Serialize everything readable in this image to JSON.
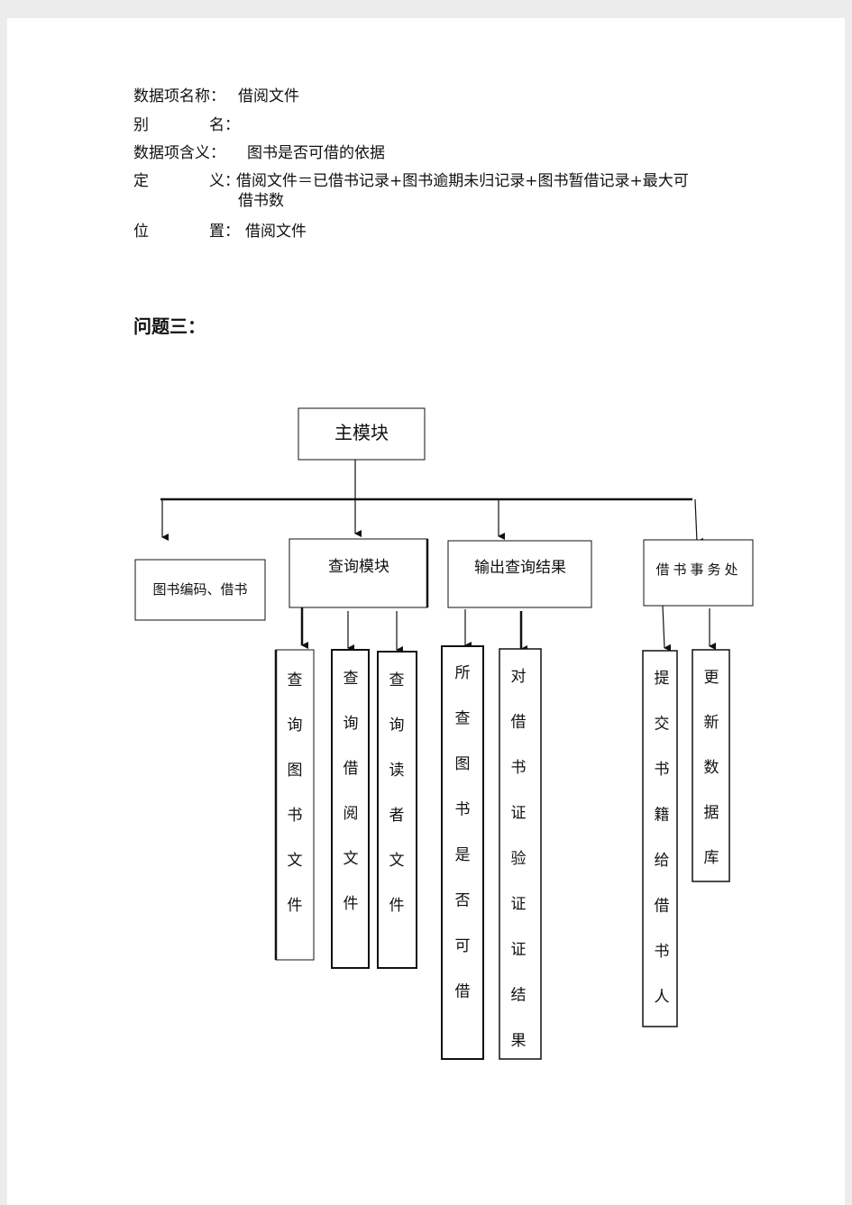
{
  "dictionary": {
    "name": {
      "label": "数据项名称：",
      "value": "借阅文件"
    },
    "alias": {
      "label_a": "别",
      "label_b": "名：",
      "value": ""
    },
    "meaning": {
      "label": "数据项含义：",
      "value": "图书是否可借的依据"
    },
    "definition": {
      "label_a": "定",
      "label_b": "义：",
      "value_line1": "借阅文件＝已借书记录+图书逾期未归记录+图书暂借记录+最大可",
      "value_line2": "借书数"
    },
    "location": {
      "label_a": "位",
      "label_b": "置：",
      "value": "借阅文件"
    }
  },
  "section_heading": "问题三：",
  "diagram": {
    "root": "主模块",
    "modules": [
      "图书编码、借书",
      "查询模块",
      "输出查询结果",
      "借书事务处"
    ],
    "query_children": [
      "查询图书文件",
      "查询借阅文件",
      "查询读者文件"
    ],
    "output_children": [
      "所查图书是否可借",
      "对借书证验证证结果"
    ],
    "office_children": [
      "提交书籍给借书人",
      "更新数据库"
    ]
  }
}
